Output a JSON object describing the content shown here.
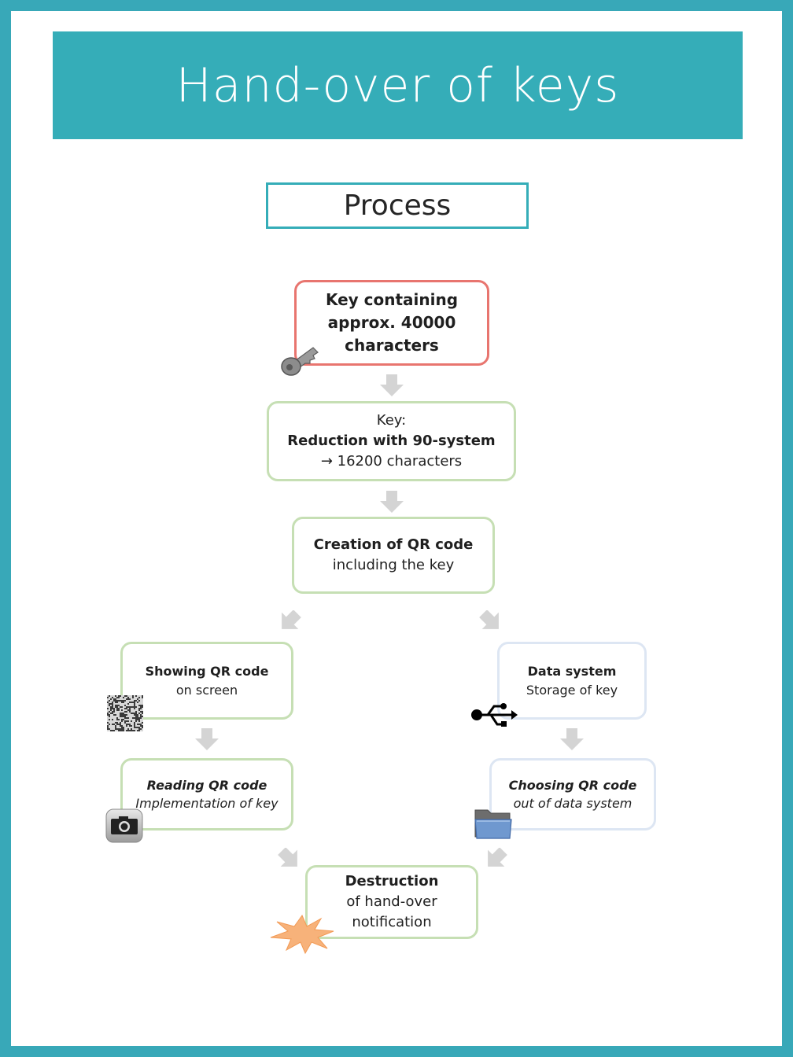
{
  "title": "Hand-over of keys",
  "subtitle": "Process",
  "nodes": {
    "key": {
      "line1": "Key containing",
      "line2": "approx. 40000",
      "line3": "characters"
    },
    "reduction": {
      "line1": "Key:",
      "line2": "Reduction  with 90-system",
      "line3": "→ 16200 characters"
    },
    "qr_creation": {
      "line1": "Creation  of QR code",
      "line2": "including the key"
    },
    "showing": {
      "line1": "Showing QR code",
      "line2": "on screen"
    },
    "data_system": {
      "line1": "Data system",
      "line2": "Storage of key"
    },
    "reading": {
      "line1": "Reading QR code",
      "line2": "Implementation of key"
    },
    "choosing": {
      "line1": "Choosing QR code",
      "line2": "out of data system"
    },
    "destruction": {
      "line1": "Destruction",
      "line2": "of hand-over",
      "line3": "notification"
    }
  },
  "icons": {
    "key": "key-icon",
    "qr": "qr-code-icon",
    "usb": "usb-icon",
    "camera": "camera-icon",
    "folder": "folder-icon",
    "burst": "explosion-icon"
  },
  "colors": {
    "accent": "#35adb8",
    "start_border": "#e8756f",
    "green_border": "#c6dfb4",
    "blue_border": "#dde6f3",
    "arrow": "#d4d4d4"
  }
}
